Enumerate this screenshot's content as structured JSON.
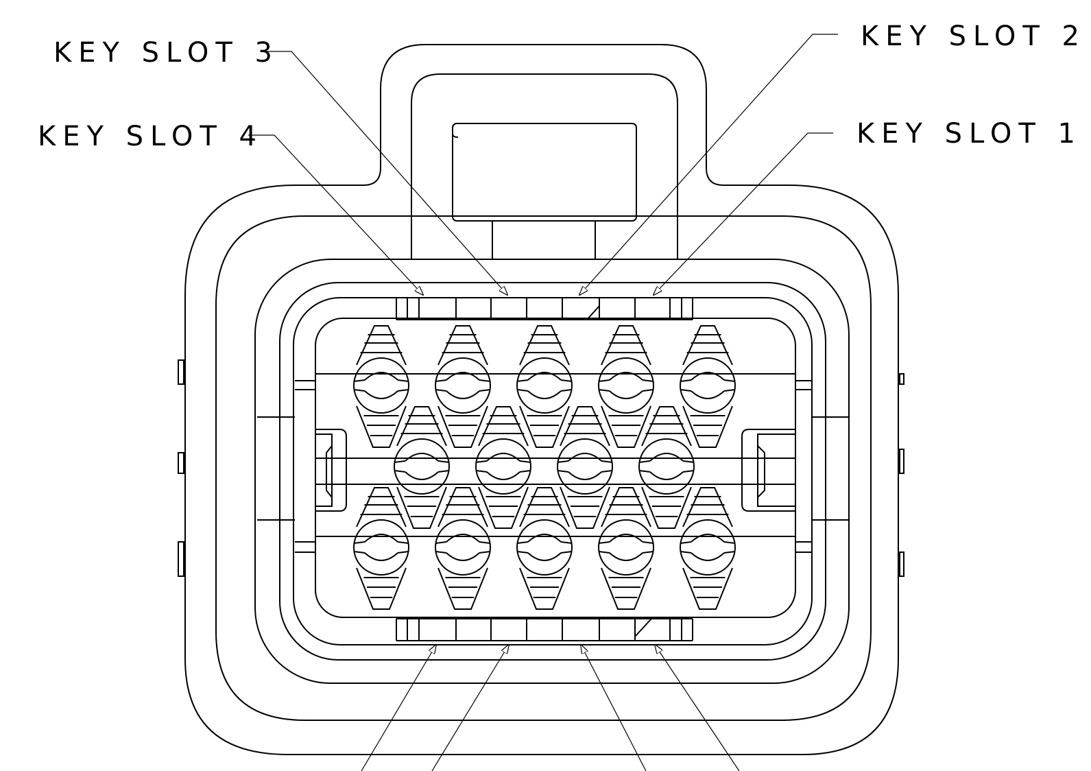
{
  "labels": {
    "key_slot_1": "KEY SLOT 1",
    "key_slot_2": "KEY SLOT 2",
    "key_slot_3": "KEY SLOT 3",
    "key_slot_4": "KEY SLOT 4"
  },
  "connector": {
    "terminal_rows": [
      5,
      4,
      5
    ],
    "terminal_count": 14
  }
}
